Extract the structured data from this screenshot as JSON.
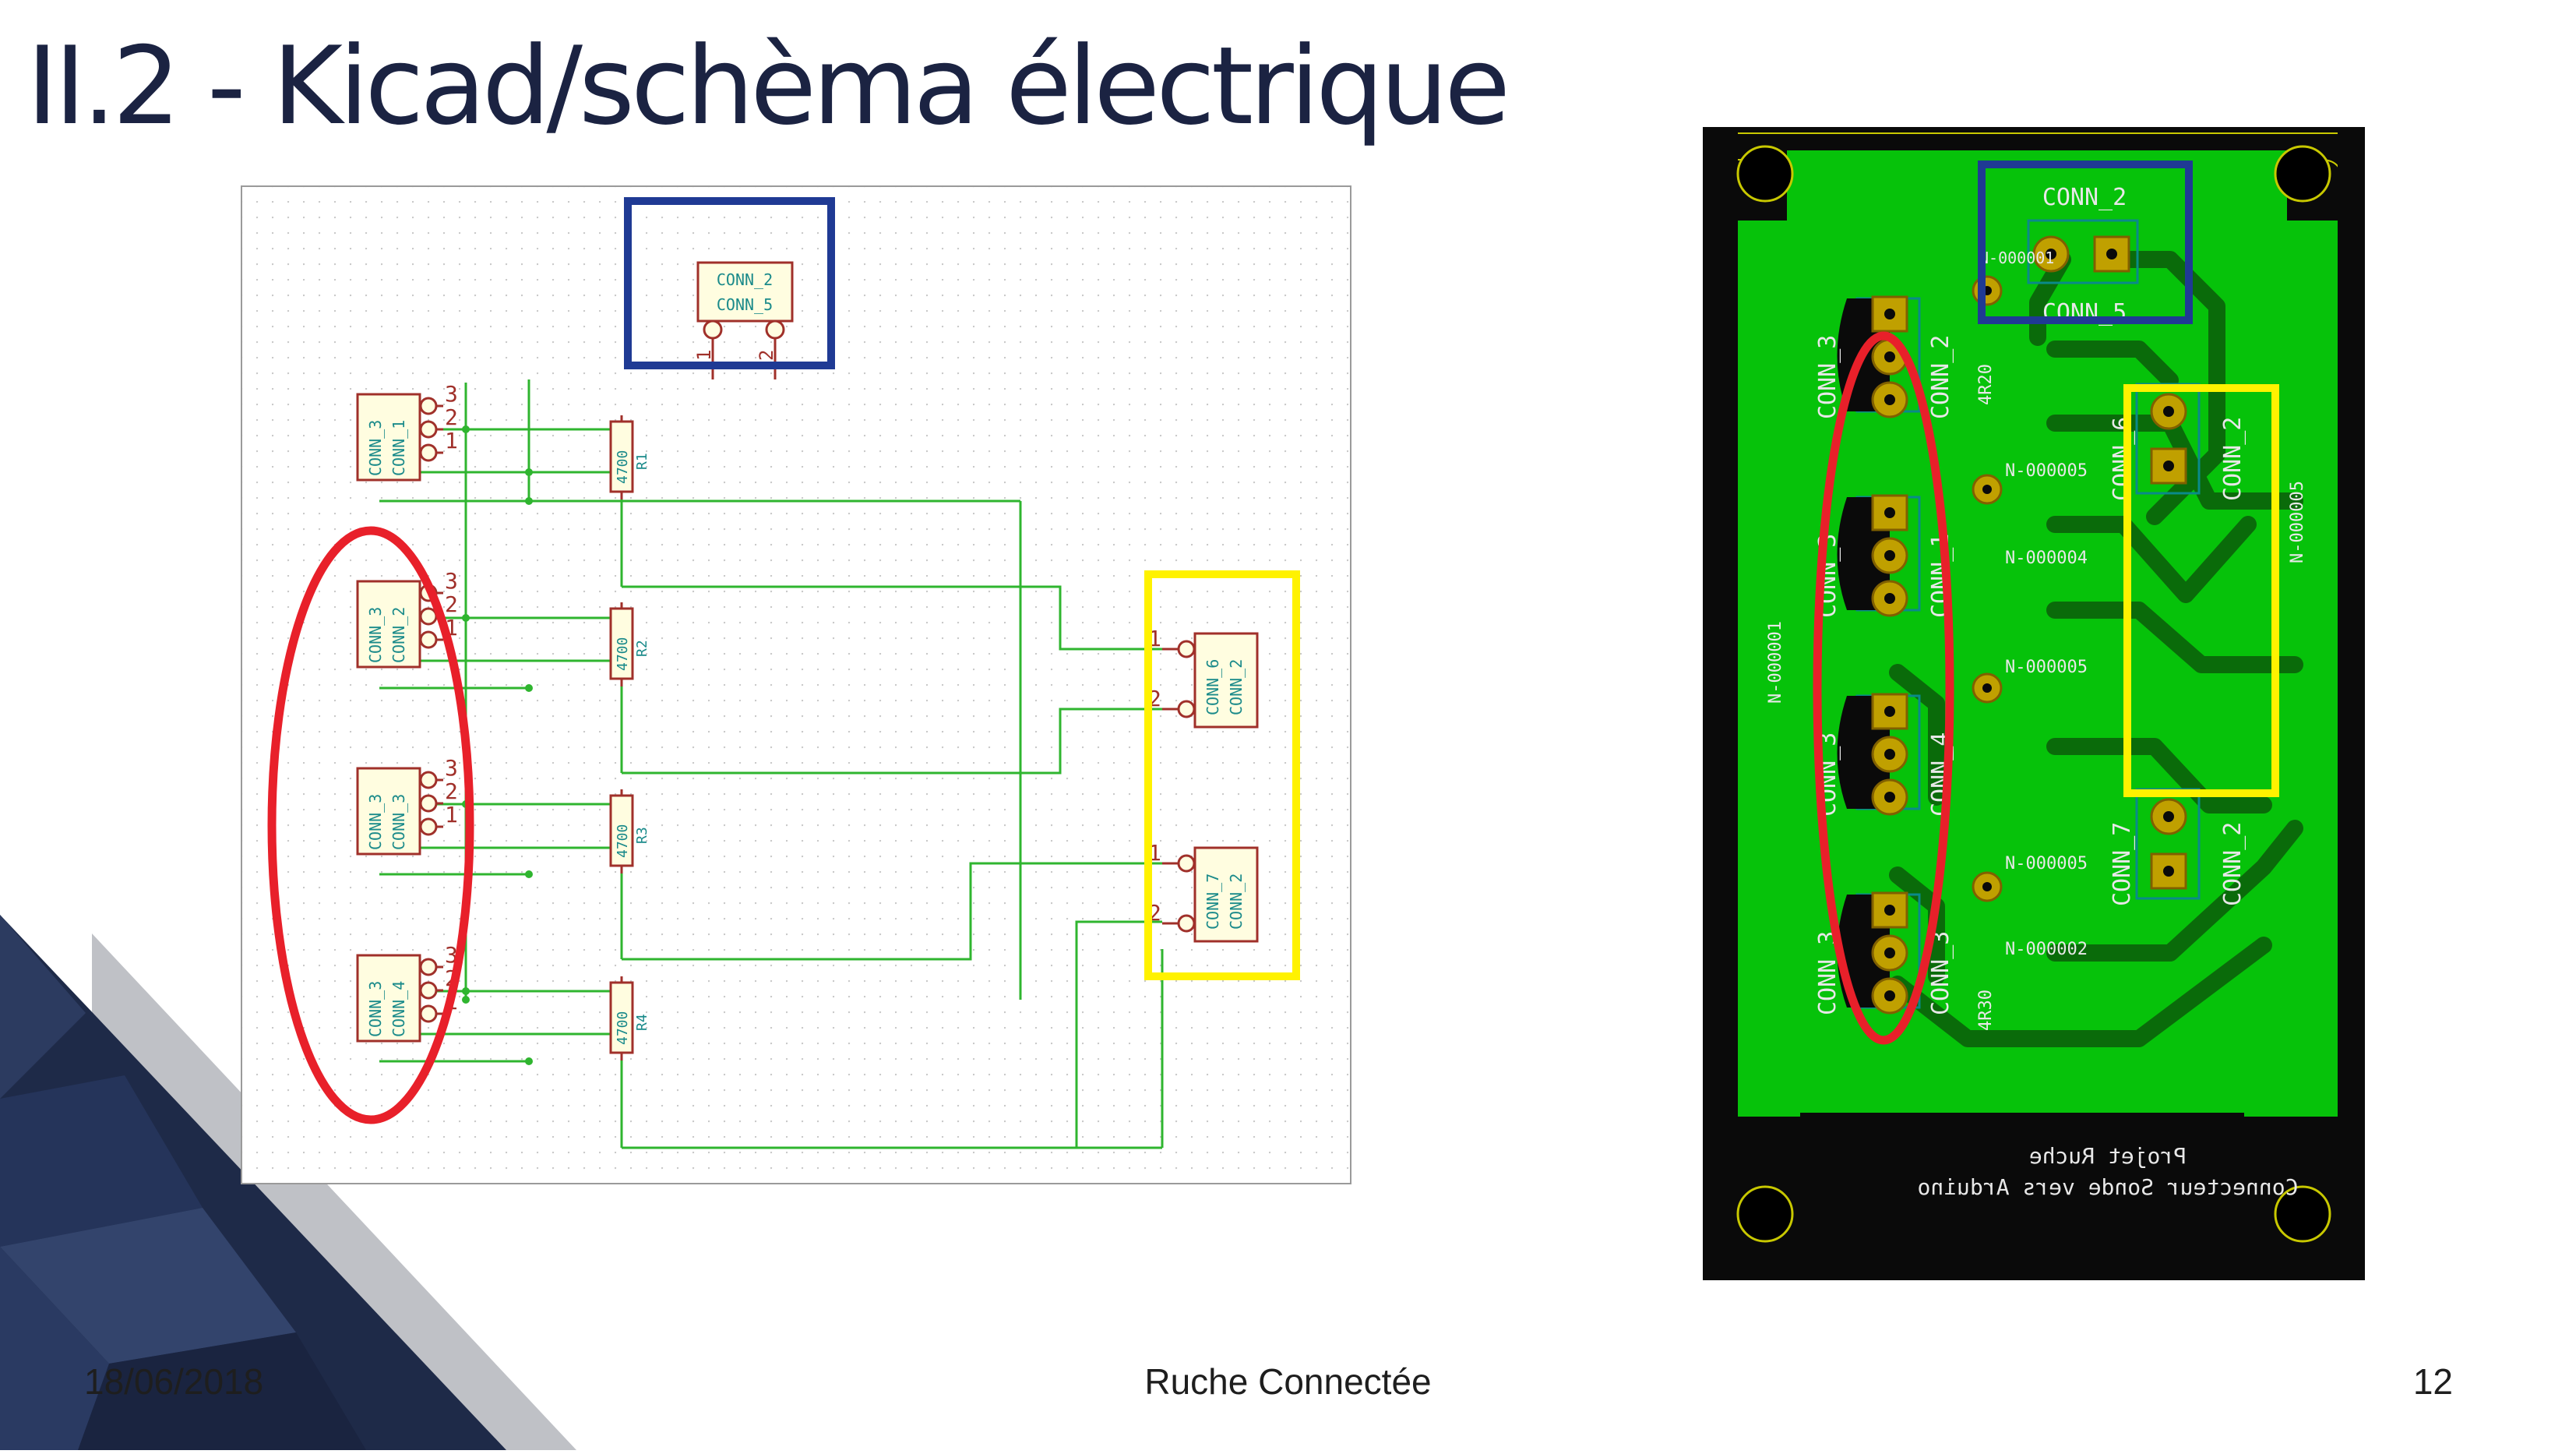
{
  "slide": {
    "title": "II.2 - Kicad/schèma électrique",
    "footer_date": "18/06/2018",
    "footer_center": "Ruche Connectée",
    "page_number": "12"
  },
  "schematic": {
    "top_connector": {
      "ref1": "CONN_2",
      "ref2": "CONN_5",
      "pin1": "1",
      "pin2": "2"
    },
    "sensor_connectors": [
      {
        "ref1": "CONN_3",
        "ref2": "CONN_1",
        "pins": [
          "3",
          "2",
          "1"
        ]
      },
      {
        "ref1": "CONN_3",
        "ref2": "CONN_2",
        "pins": [
          "3",
          "2",
          "1"
        ]
      },
      {
        "ref1": "CONN_3",
        "ref2": "CONN_3",
        "pins": [
          "3",
          "2",
          "1"
        ]
      },
      {
        "ref1": "CONN_3",
        "ref2": "CONN_4",
        "pins": [
          "3",
          "2",
          "1"
        ]
      }
    ],
    "resistors": [
      {
        "value": "4700",
        "ref": "R1"
      },
      {
        "value": "4700",
        "ref": "R2"
      },
      {
        "value": "4700",
        "ref": "R3"
      },
      {
        "value": "4700",
        "ref": "R4"
      }
    ],
    "output_connectors": [
      {
        "ref1": "CONN_6",
        "ref2": "CONN_2",
        "pin1": "1",
        "pin2": "2"
      },
      {
        "ref1": "CONN_7",
        "ref2": "CONN_2",
        "pin1": "1",
        "pin2": "2"
      }
    ]
  },
  "pcb": {
    "top_conn": {
      "label_top": "CONN_2",
      "label_bottom": "CONN_5",
      "net": "N-000001"
    },
    "left_conns": [
      {
        "label_a": "CONN_3",
        "label_b": "CONN_2"
      },
      {
        "label_a": "CONN_3",
        "label_b": "CONN_1"
      },
      {
        "label_a": "CONN_3",
        "label_b": "CONN_4"
      },
      {
        "label_a": "CONN_3",
        "label_b": "CONN_3"
      }
    ],
    "right_conns": [
      {
        "label_a": "CONN_6",
        "label_b": "CONN_2"
      },
      {
        "label_a": "CONN_7",
        "label_b": "CONN_2"
      }
    ],
    "net_labels": [
      "N-000005",
      "N-000004",
      "N-000005",
      "N-000005",
      "N-000002",
      "N-000001",
      "N-000005"
    ],
    "resistor_labels": [
      "4R20",
      "4R30"
    ],
    "silk_line1": "Projet Ruche",
    "silk_line2": "Connecteur Sonde vers Arduino"
  },
  "colors": {
    "title": "#1b2342",
    "highlight_red": "#e8202a",
    "highlight_blue": "#1f3a94",
    "highlight_yellow": "#fff200",
    "wire_green": "#2fb52f",
    "component_red": "#a0302a",
    "pcb_green": "#06c20a",
    "pcb_dark": "#0a0a0a"
  }
}
